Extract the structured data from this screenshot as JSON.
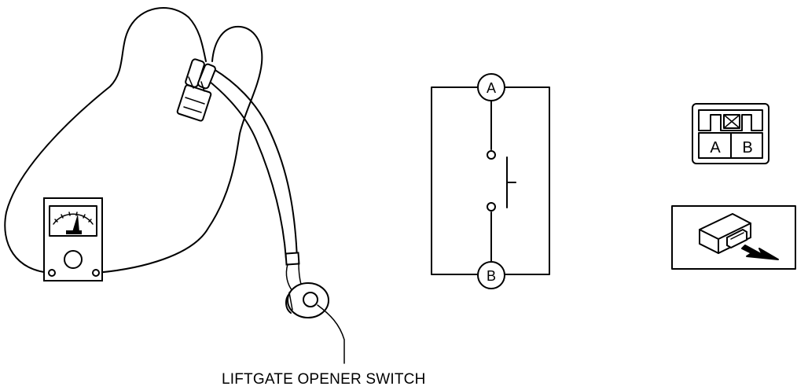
{
  "caption": "LIFTGATE OPENER SWITCH",
  "schematic": {
    "terminal_top": "A",
    "terminal_bottom": "B"
  },
  "connector": {
    "pin_left": "A",
    "pin_right": "B"
  },
  "icons": [
    "multimeter-icon",
    "switch-symbol",
    "connector-face",
    "connector-insert-arrow-icon"
  ]
}
